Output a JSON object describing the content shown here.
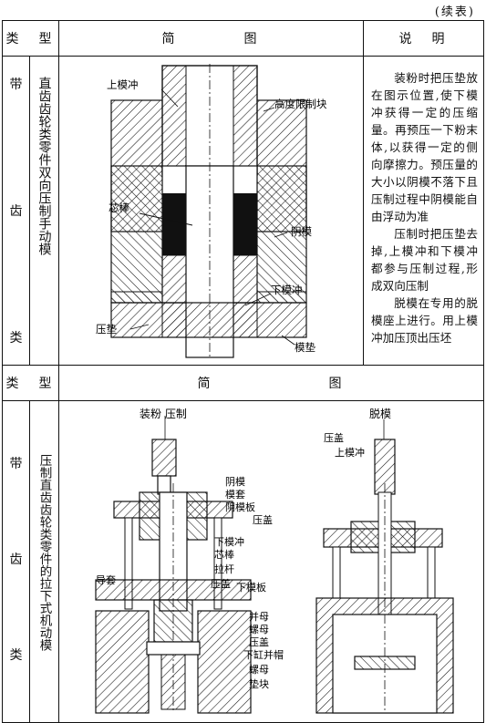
{
  "continued": "(续表)",
  "headers": {
    "type": "类　型",
    "diagram": "简　　　　图",
    "explain": "说　明"
  },
  "row1": {
    "category_chars": [
      "带",
      "齿",
      "类"
    ],
    "name": "直齿齿轮类零件双向压制手动模",
    "labels": {
      "upper_punch": "上模冲",
      "height_block": "高度限制块",
      "core_rod": "芯棒",
      "die": "阴模",
      "lower_punch": "下模冲",
      "pad": "压垫",
      "die_pad": "模垫"
    },
    "description": [
      "装粉时把压垫放在图示位置,使下模冲获得一定的压缩量。再预压一下粉末体,以获得一定的侧向摩擦力。预压量的大小以阴模不落下且压制过程中阴模能自由浮动为准",
      "压制时把压垫去掉,上模冲和下模冲都参与压制过程,形成双向压制",
      "脱模在专用的脱模座上进行。用上模冲加压顶出压坯"
    ]
  },
  "row2": {
    "headers": {
      "type": "类　型",
      "diagram": "简　　　　　　　图"
    },
    "category_chars": [
      "带",
      "齿",
      "类"
    ],
    "name": "压制直齿齿轮类零件的拉下式机动模",
    "left_title": "装粉  压制",
    "right_title": "脱模",
    "labels": {
      "die": "阴模",
      "sleeve": "模套",
      "die_plate": "阴模板",
      "cover": "压盖",
      "lower_punch": "下模冲",
      "core_rod": "芯棒",
      "pull_rod": "拉杆",
      "guide": "导套",
      "cover2": "压盖",
      "lower_plate": "下模板",
      "locknut": "并母",
      "nut": "螺母",
      "cover3": "压盖",
      "cyl_locknut": "下缸并帽",
      "nut2": "螺母",
      "block": "垫块",
      "r_cover": "压盖",
      "r_upper_punch": "上模冲"
    }
  }
}
